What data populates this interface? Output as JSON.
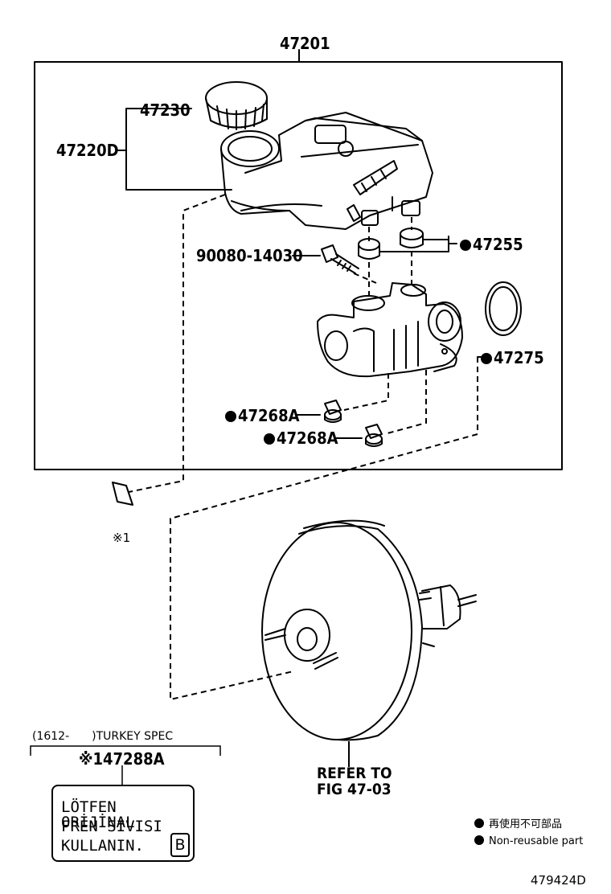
{
  "parts": {
    "assembly": "47201",
    "cap": "47230",
    "reservoir": "47220D",
    "bolt": "90080-14030",
    "grommet": "47255",
    "o_ring": "47275",
    "plug_a": "47268A",
    "plug_b": "47268A"
  },
  "note_mark": "※1",
  "turkey": {
    "spec": "(1612-　　)TURKEY SPEC",
    "part": "※147288A",
    "label_lines": [
      "LÖTFEN ORİJİNAL",
      "FREN SIVISI",
      "KULLANIN."
    ],
    "label_grade": "B"
  },
  "refer": {
    "line1": "REFER TO",
    "line2": "FIG 47-03"
  },
  "legend": {
    "japanese": "再使用不可部品",
    "english": "Non-reusable part"
  },
  "figure_id": "479424D",
  "icons": {
    "non_reusable": "filled-circle-icon"
  }
}
